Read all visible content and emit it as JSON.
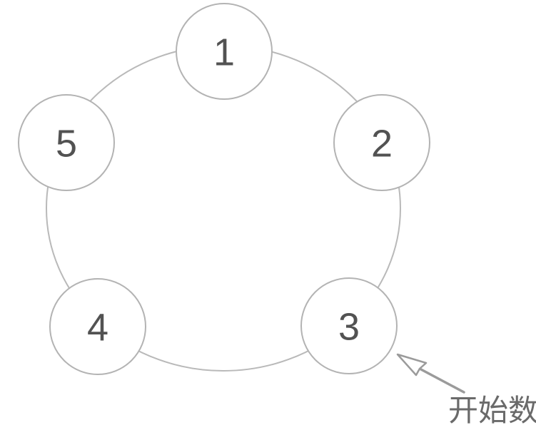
{
  "diagram": {
    "type": "circular-counting-ring",
    "nodes": [
      {
        "id": 1,
        "label": "1"
      },
      {
        "id": 2,
        "label": "2"
      },
      {
        "id": 3,
        "label": "3"
      },
      {
        "id": 4,
        "label": "4"
      },
      {
        "id": 5,
        "label": "5"
      }
    ],
    "annotation": {
      "label": "开始数",
      "target_node": "3"
    },
    "colors": {
      "background": "#ffffff",
      "ring_stroke": "#b9b9b9",
      "circle_stroke": "#b3b3b3",
      "circle_fill": "#ffffff",
      "number_text": "#525252",
      "arrow": "#9b9b9b",
      "annotation_text": "#6a6a6a"
    }
  }
}
